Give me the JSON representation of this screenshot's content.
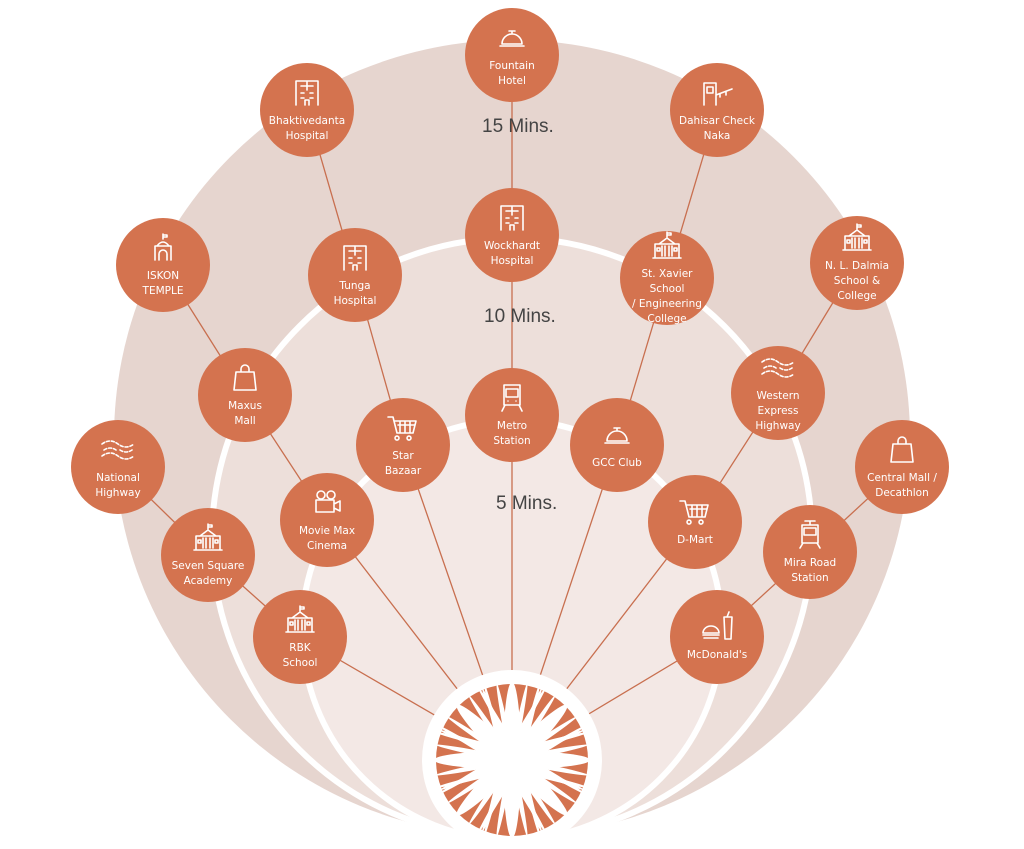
{
  "rings": [
    {
      "label": "15 Mins."
    },
    {
      "label": "10 Mins."
    },
    {
      "label": "5 Mins."
    }
  ],
  "colors": {
    "node": "#d4734f",
    "outer": "#e6d5cf",
    "middle": "#eddfda",
    "inner": "#f3e8e5",
    "line": "#c86f4f"
  },
  "nodes": [
    {
      "label": "Fountain\nHotel",
      "icon": "bell-icon"
    },
    {
      "label": "Bhaktivedanta\nHospital",
      "icon": "hospital-icon"
    },
    {
      "label": "Dahisar Check\nNaka",
      "icon": "toll-booth-icon"
    },
    {
      "label": "Wockhardt\nHospital",
      "icon": "hospital-icon"
    },
    {
      "label": "ISKON\nTEMPLE",
      "icon": "temple-icon"
    },
    {
      "label": "Tunga\nHospital",
      "icon": "hospital-icon"
    },
    {
      "label": "St. Xavier School\n/ Engineering\nCollege",
      "icon": "school-icon"
    },
    {
      "label": "N. L. Dalmia\nSchool &\nCollege",
      "icon": "school-icon"
    },
    {
      "label": "Maxus\nMall",
      "icon": "shopping-bag-icon"
    },
    {
      "label": "Metro\nStation",
      "icon": "train-icon"
    },
    {
      "label": "Star\nBazaar",
      "icon": "cart-icon"
    },
    {
      "label": "GCC Club",
      "icon": "bell-icon"
    },
    {
      "label": "Western Express\nHighway",
      "icon": "road-icon"
    },
    {
      "label": "National\nHighway",
      "icon": "road-icon"
    },
    {
      "label": "Central Mall /\nDecathlon",
      "icon": "shopping-bag-icon"
    },
    {
      "label": "Movie Max\nCinema",
      "icon": "movie-camera-icon"
    },
    {
      "label": "D-Mart",
      "icon": "cart-icon"
    },
    {
      "label": "Seven Square\nAcademy",
      "icon": "school-icon"
    },
    {
      "label": "Mira Road\nStation",
      "icon": "tram-icon"
    },
    {
      "label": "RBK\nSchool",
      "icon": "school-icon"
    },
    {
      "label": "McDonald's",
      "icon": "burger-icon"
    }
  ]
}
